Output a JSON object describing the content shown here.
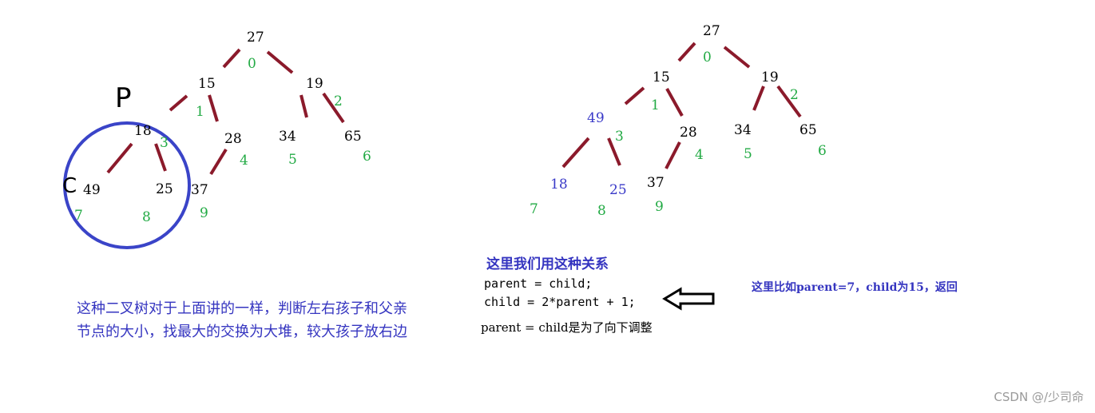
{
  "colors": {
    "edge": "#8b1a2b",
    "circle": "#3a44c8",
    "index": "#22aa44",
    "highlight": "#3a3ac8",
    "note": "#3535c0"
  },
  "left_tree": {
    "nodes": [
      {
        "value": "27",
        "index": "0"
      },
      {
        "value": "15",
        "index": "1"
      },
      {
        "value": "19",
        "index": "2"
      },
      {
        "value": "18",
        "index": "3"
      },
      {
        "value": "28",
        "index": "4"
      },
      {
        "value": "34",
        "index": "5"
      },
      {
        "value": "65",
        "index": "6"
      },
      {
        "value": "49",
        "index": "7"
      },
      {
        "value": "25",
        "index": "8"
      },
      {
        "value": "37",
        "index": "9"
      }
    ],
    "mark_p": "P",
    "mark_c": "C"
  },
  "right_tree": {
    "nodes": [
      {
        "value": "27",
        "index": "0"
      },
      {
        "value": "15",
        "index": "1"
      },
      {
        "value": "19",
        "index": "2"
      },
      {
        "value": "49",
        "index": "3"
      },
      {
        "value": "28",
        "index": "4"
      },
      {
        "value": "34",
        "index": "5"
      },
      {
        "value": "65",
        "index": "6"
      },
      {
        "value": "18",
        "index": "7"
      },
      {
        "value": "25",
        "index": "8"
      },
      {
        "value": "37",
        "index": "9"
      }
    ]
  },
  "left_note": "这种二叉树对于上面讲的一样，判断左右孩子和父亲节点的大小，找最大的交换为大堆，较大孩子放右边",
  "relation_title": "这里我们用这种关系",
  "code_lines": [
    "parent = child;",
    "child = 2*parent + 1;"
  ],
  "code_note": "parent = child是为了向下调整",
  "right_note": "这里比如parent=7，child为15，返回",
  "watermark": "CSDN @/少司命"
}
